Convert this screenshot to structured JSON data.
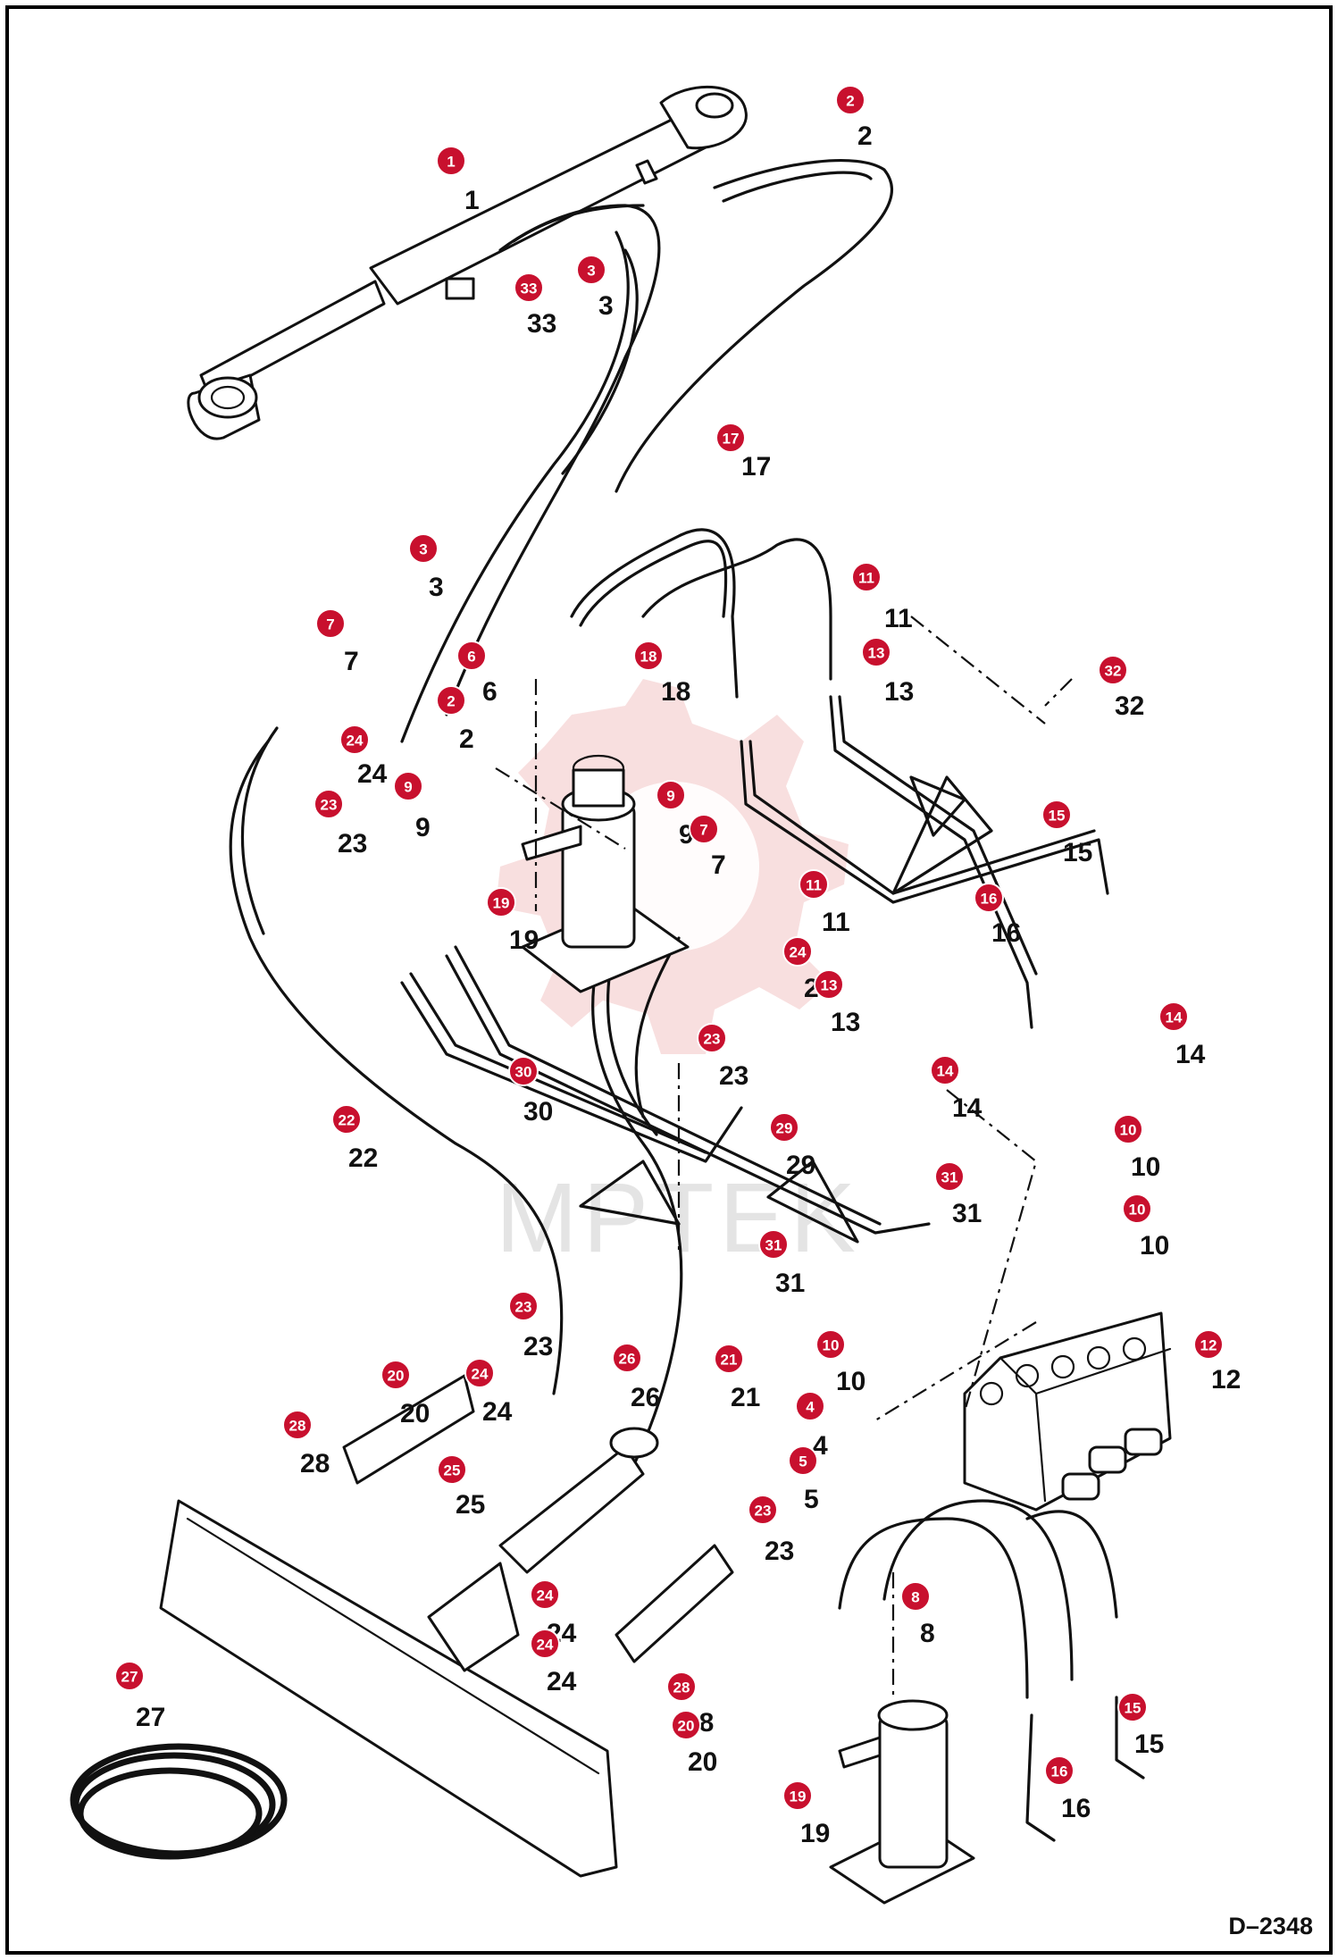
{
  "figure_label": "D–2348",
  "watermark_text": "MPTEK",
  "brand_color": "#c8102e",
  "callouts": [
    {
      "n": "1",
      "print": "1"
    },
    {
      "n": "2",
      "print": "2"
    },
    {
      "n": "3",
      "print": "3"
    },
    {
      "n": "33",
      "print": "33"
    },
    {
      "n": "17",
      "print": "17"
    },
    {
      "n": "3",
      "print": "3"
    },
    {
      "n": "7",
      "print": "7"
    },
    {
      "n": "6",
      "print": "6"
    },
    {
      "n": "2",
      "print": "2"
    },
    {
      "n": "18",
      "print": "18"
    },
    {
      "n": "11",
      "print": "11"
    },
    {
      "n": "13",
      "print": "13"
    },
    {
      "n": "32",
      "print": "32"
    },
    {
      "n": "24",
      "print": "24"
    },
    {
      "n": "23",
      "print": "23"
    },
    {
      "n": "9",
      "print": "9"
    },
    {
      "n": "9",
      "print": "9"
    },
    {
      "n": "7",
      "print": "7"
    },
    {
      "n": "19",
      "print": "19"
    },
    {
      "n": "11",
      "print": "11"
    },
    {
      "n": "15",
      "print": "15"
    },
    {
      "n": "16",
      "print": "16"
    },
    {
      "n": "24",
      "print": "24"
    },
    {
      "n": "13",
      "print": "13"
    },
    {
      "n": "23",
      "print": "23"
    },
    {
      "n": "14",
      "print": "14"
    },
    {
      "n": "14",
      "print": "14"
    },
    {
      "n": "30",
      "print": "30"
    },
    {
      "n": "22",
      "print": "22"
    },
    {
      "n": "29",
      "print": "29"
    },
    {
      "n": "10",
      "print": "10"
    },
    {
      "n": "31",
      "print": "31"
    },
    {
      "n": "10",
      "print": "10"
    },
    {
      "n": "31",
      "print": "31"
    },
    {
      "n": "23",
      "print": "23"
    },
    {
      "n": "12",
      "print": "12"
    },
    {
      "n": "10",
      "print": "10"
    },
    {
      "n": "20",
      "print": "20"
    },
    {
      "n": "24",
      "print": "24"
    },
    {
      "n": "26",
      "print": "26"
    },
    {
      "n": "21",
      "print": "21"
    },
    {
      "n": "28",
      "print": "28"
    },
    {
      "n": "4",
      "print": "4"
    },
    {
      "n": "25",
      "print": "25"
    },
    {
      "n": "5",
      "print": "5"
    },
    {
      "n": "23",
      "print": "23"
    },
    {
      "n": "8",
      "print": "8"
    },
    {
      "n": "24",
      "print": "24"
    },
    {
      "n": "24",
      "print": "24"
    },
    {
      "n": "27",
      "print": "27"
    },
    {
      "n": "28",
      "print": "28"
    },
    {
      "n": "20",
      "print": "20"
    },
    {
      "n": "15",
      "print": "15"
    },
    {
      "n": "19",
      "print": "19"
    },
    {
      "n": "16",
      "print": "16"
    }
  ]
}
